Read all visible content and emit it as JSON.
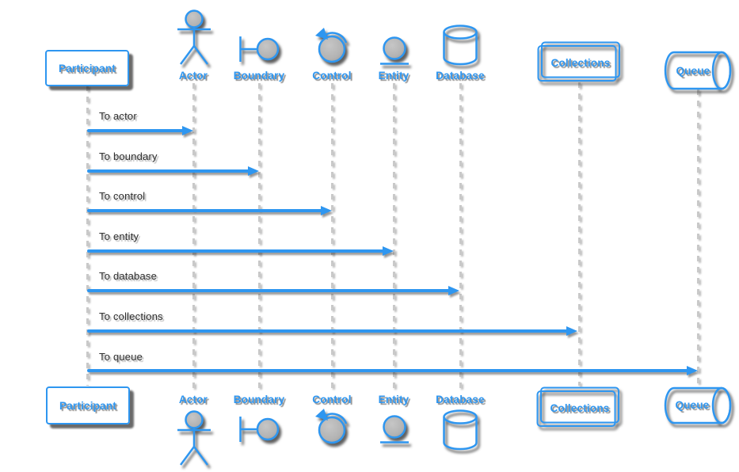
{
  "diagram": {
    "type": "sequence-diagram",
    "background_color": "#ffffff",
    "accent_color": "#2e96f0",
    "icon_fill_color": "#b9b9b9",
    "lifeline_color": "#c9c9c9",
    "message_text_color": "#2e2e2e",
    "shadow_color": "rgba(0,0,0,0.6)"
  },
  "participants": [
    {
      "label": "Participant",
      "type": "participant-box"
    },
    {
      "label": "Actor",
      "type": "actor"
    },
    {
      "label": "Boundary",
      "type": "boundary"
    },
    {
      "label": "Control",
      "type": "control"
    },
    {
      "label": "Entity",
      "type": "entity"
    },
    {
      "label": "Database",
      "type": "database"
    },
    {
      "label": "Collections",
      "type": "collections"
    },
    {
      "label": "Queue",
      "type": "queue"
    }
  ],
  "messages": [
    {
      "label": "To actor",
      "from": "Participant",
      "to": "Actor"
    },
    {
      "label": "To boundary",
      "from": "Participant",
      "to": "Boundary"
    },
    {
      "label": "To control",
      "from": "Participant",
      "to": "Control"
    },
    {
      "label": "To entity",
      "from": "Participant",
      "to": "Entity"
    },
    {
      "label": "To database",
      "from": "Participant",
      "to": "Database"
    },
    {
      "label": "To collections",
      "from": "Participant",
      "to": "Collections"
    },
    {
      "label": "To queue",
      "from": "Participant",
      "to": "Queue"
    }
  ]
}
